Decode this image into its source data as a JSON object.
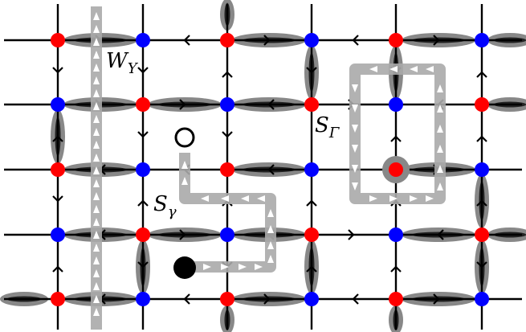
{
  "labels": {
    "wilson_main": "W",
    "wilson_sub": "Y",
    "s_gamma_main": "S",
    "s_gamma_sub": "γ",
    "s_Gamma_main": "S",
    "s_Gamma_sub": "Γ"
  },
  "colors": {
    "grid_line": "#000000",
    "red_vertex": "#ff0000",
    "blue_vertex": "#0000ff",
    "bond_shadow": "#888888",
    "bond_dark": "#222222",
    "path_gray": "#aaaaaa",
    "path_arrow": "#ffffff",
    "start_marker": "#000000",
    "end_marker_fill": "#ffffff"
  }
}
